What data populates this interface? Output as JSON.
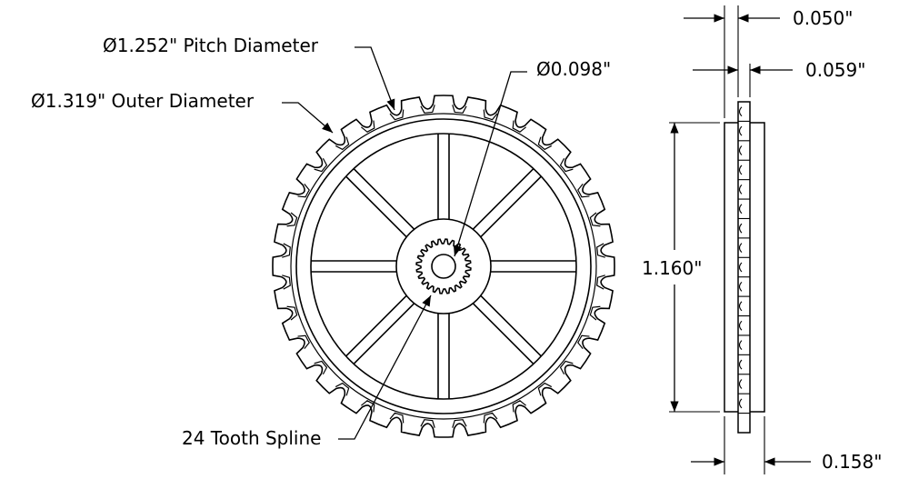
{
  "labels": {
    "pitch_diameter": "Ø1.252\" Pitch Diameter",
    "outer_diameter": "Ø1.319\" Outer Diameter",
    "bore": "Ø0.098\"",
    "spline": "24 Tooth Spline",
    "dim_top_1": "0.050\"",
    "dim_top_2": "0.059\"",
    "dim_height": "1.160\"",
    "dim_bottom": "0.158\""
  },
  "gear": {
    "teeth": 32,
    "spline_teeth": 24,
    "spokes": 8
  },
  "colors": {
    "line": "#000000",
    "background": "#ffffff"
  }
}
